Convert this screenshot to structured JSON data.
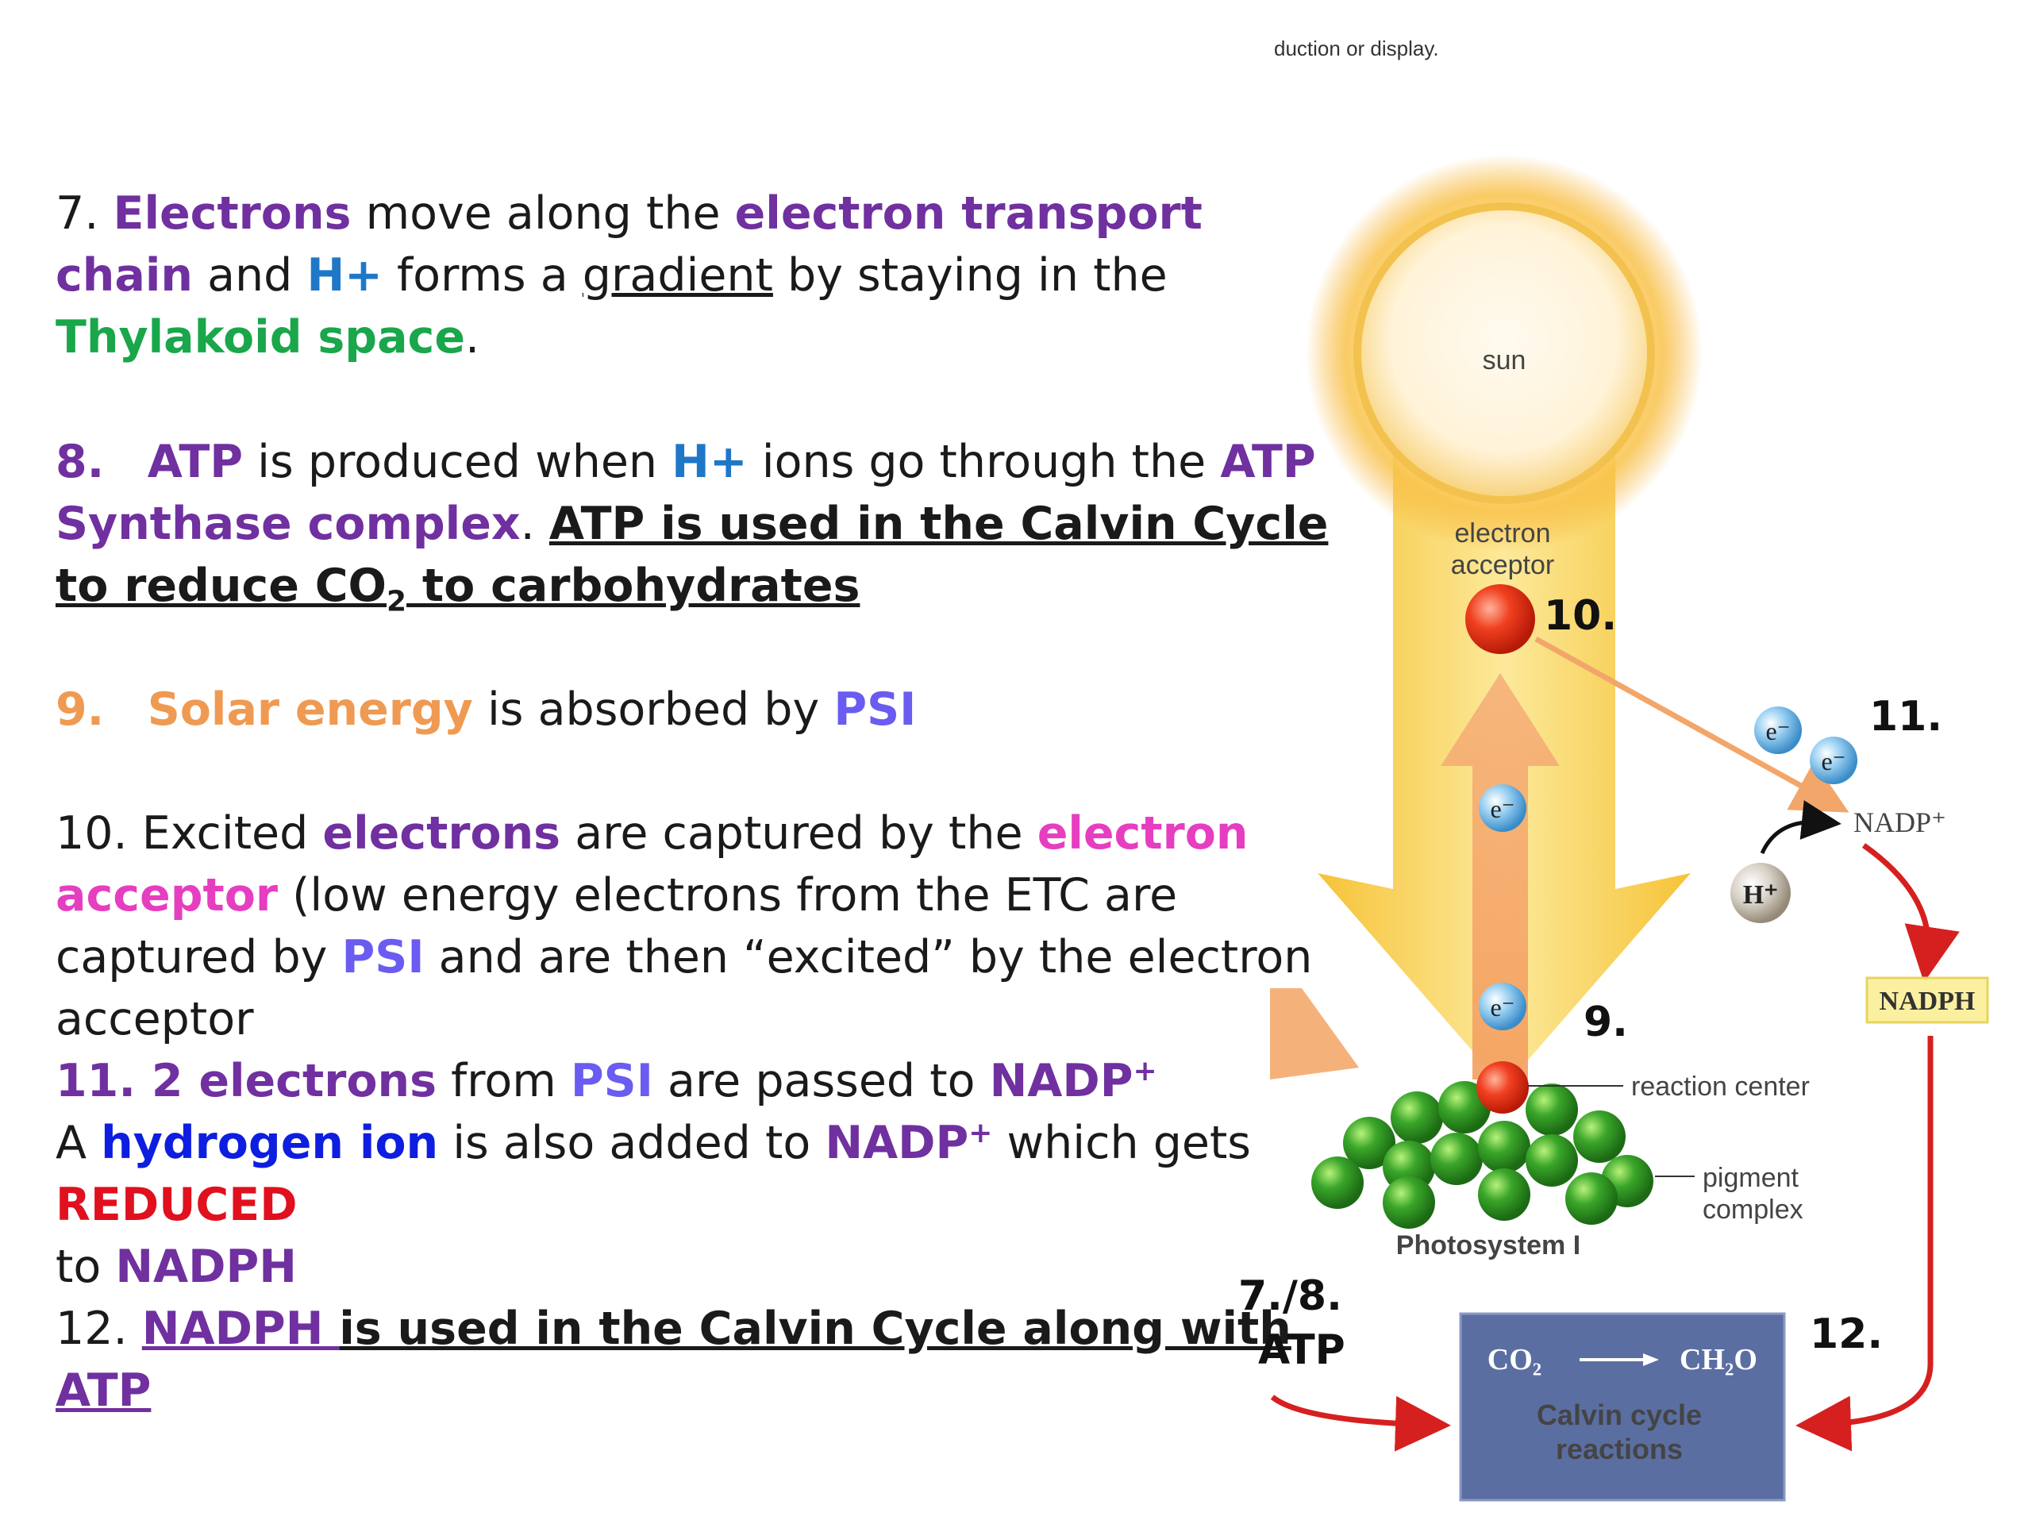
{
  "header": {
    "copyright_fragment": "duction or display."
  },
  "steps": {
    "s7": {
      "num": "7. ",
      "a": "Electrons",
      "b": " move along the ",
      "c": "electron transport chain",
      "d": " and ",
      "e": "H+",
      "f": " forms a ",
      "g": "gradient",
      "h": " by staying in the ",
      "i": "Thylakoid space",
      "j": "."
    },
    "s8": {
      "num": "8.",
      "a": "ATP",
      "b": " is produced when ",
      "c": "H+",
      "d": " ions go through the ",
      "e": "ATP Synthase complex",
      "f": ".  ",
      "g": "ATP is used in the Calvin Cycle to reduce CO",
      "g_sub": "2",
      "h": " to carbohydrates "
    },
    "s9": {
      "num": "9.",
      "a": "Solar energy",
      "b": " is absorbed by ",
      "c": "PSI"
    },
    "s10": {
      "num": "10. ",
      "a": "Excited ",
      "b": "electrons",
      "c": " are captured by the ",
      "d": "electron acceptor",
      "e": " (low energy electrons from the ETC are captured by ",
      "f": "PSI",
      "g": " and are then “excited” by the electron acceptor"
    },
    "s11": {
      "num_electrons": "11. 2 electrons",
      "a": " from ",
      "b": "PSI",
      "c": " are passed to ",
      "d": "NADP",
      "d_sup": "+",
      "e": "A ",
      "f": "hydrogen ion",
      "g": " is also added to ",
      "h": "NADP",
      "h_sup": "+",
      "i": " which gets ",
      "j": "REDUCED",
      "k": " to ",
      "l": "NADPH"
    },
    "s12": {
      "num": "12. ",
      "a": "NADPH ",
      "b": "is used in the Calvin Cycle along with ",
      "c": "ATP"
    }
  },
  "diagram": {
    "sun_label": "sun",
    "electron_acceptor_label_1": "electron",
    "electron_acceptor_label_2": "acceptor",
    "electron_symbol": "e⁻",
    "h_plus": "H⁺",
    "nadp_plus": "NADP⁺",
    "nadph": "NADPH",
    "reaction_center": "reaction center",
    "pigment_complex_1": "pigment",
    "pigment_complex_2": "complex",
    "photosystem": "Photosystem I",
    "calvin_co2": "CO₂",
    "calvin_ch2o": "CH₂O",
    "calvin_label_1": "Calvin cycle",
    "calvin_label_2": "reactions",
    "num_10": "10.",
    "num_11": "11.",
    "num_9": "9.",
    "num_12": "12.",
    "num_78": "7./8.",
    "atp": "ATP"
  },
  "colors": {
    "purple": "#7030a0",
    "blue": "#1f77c8",
    "green": "#1aa64a",
    "orange": "#ef9a52",
    "violet": "#6a5cf0",
    "magenta": "#e63ec0",
    "red": "#e0101e",
    "dark_blue": "#0d1ee0",
    "calvin_box": "#5b6ea2",
    "nadph_box": "#fbf0a0",
    "arrow_red": "#d62020"
  }
}
